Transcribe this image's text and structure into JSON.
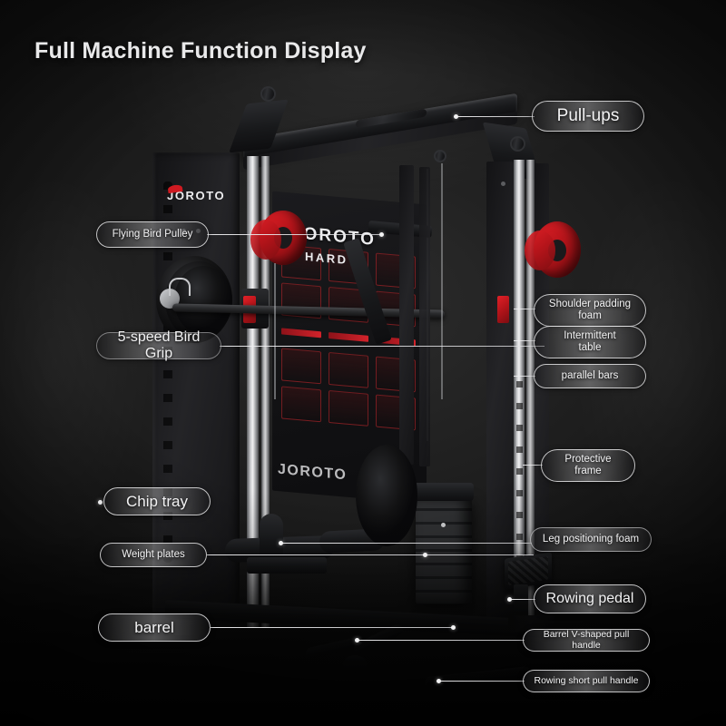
{
  "page": {
    "title": "Full Machine Function Display",
    "background_color": "#141414",
    "accent_color": "#cf1a21",
    "label_text_color": "#f2f2f3"
  },
  "product": {
    "brand": "JOROTO",
    "banner_brand": "JOROTO",
    "banner_tagline": "HARD",
    "lower_brand": "JOROTO"
  },
  "annotations": [
    {
      "id": "pull-ups",
      "label": "Pull-ups",
      "lines": [
        "Pull-ups"
      ],
      "side": "right",
      "size": "lg"
    },
    {
      "id": "shoulder-padding-foam",
      "label": "Shoulder padding foam",
      "lines": [
        "Shoulder padding",
        "foam"
      ],
      "side": "right",
      "size": "sm"
    },
    {
      "id": "intermittent-table",
      "label": "Intermittent table",
      "lines": [
        "Intermittent",
        "table"
      ],
      "side": "right",
      "size": "sm"
    },
    {
      "id": "parallel-bars",
      "label": "parallel bars",
      "lines": [
        "parallel bars"
      ],
      "side": "right",
      "size": "sm"
    },
    {
      "id": "protective-frame",
      "label": "Protective frame",
      "lines": [
        "Protective",
        "frame"
      ],
      "side": "right",
      "size": "sm"
    },
    {
      "id": "leg-positioning-foam",
      "label": "Leg positioning foam",
      "lines": [
        "Leg positioning foam"
      ],
      "side": "right",
      "size": "sm"
    },
    {
      "id": "rowing-pedal",
      "label": "Rowing pedal",
      "lines": [
        "Rowing pedal"
      ],
      "side": "right",
      "size": "lg"
    },
    {
      "id": "barrel-v-shaped-pull-handle",
      "label": "Barrel V-shaped pull handle",
      "lines": [
        "Barrel V-shaped pull handle"
      ],
      "side": "right",
      "size": "sm"
    },
    {
      "id": "rowing-short-pull-handle",
      "label": "Rowing short pull handle",
      "lines": [
        "Rowing short pull handle"
      ],
      "side": "right",
      "size": "sm"
    },
    {
      "id": "flying-bird-pulley",
      "label": "Flying Bird Pulley",
      "lines": [
        "Flying Bird Pulley"
      ],
      "side": "left",
      "size": "sm"
    },
    {
      "id": "5-speed-bird-grip",
      "label": "5-speed Bird Grip",
      "lines": [
        "5-speed Bird Grip"
      ],
      "side": "left",
      "size": "lg"
    },
    {
      "id": "chip-tray",
      "label": "Chip tray",
      "lines": [
        "Chip tray"
      ],
      "side": "left",
      "size": "lg"
    },
    {
      "id": "weight-plates",
      "label": "Weight plates",
      "lines": [
        "Weight plates"
      ],
      "side": "left",
      "size": "sm"
    },
    {
      "id": "barrel",
      "label": "barrel",
      "lines": [
        "barrel"
      ],
      "side": "left",
      "size": "lg"
    }
  ]
}
